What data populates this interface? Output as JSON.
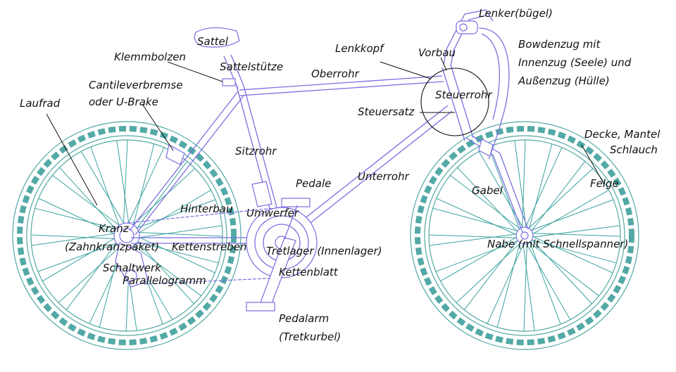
{
  "colors": {
    "wheel": "#52a9a5",
    "frame": "#7b6ee0",
    "label": "#111111"
  },
  "labels": {
    "lenker": "Lenker(bügel)",
    "bowdenzug_1": "Bowdenzug mit",
    "bowdenzug_2": "Innenzug (Seele) und",
    "bowdenzug_3": "Außenzug (Hülle)",
    "sattel": "Sattel",
    "klemmbolzen": "Klemmbolzen",
    "sattelstuetze": "Sattelstütze",
    "lenkkopf": "Lenkkopf",
    "vorbau": "Vorbau",
    "oberrohr": "Oberrohr",
    "steuerrohr": "Steuerrohr",
    "steuersatz": "Steuersatz",
    "cantilever_1": "Cantileverbremse",
    "cantilever_2": "oder U-Brake",
    "laufrad": "Laufrad",
    "decke_1": "Decke, Mantel",
    "decke_2": "Schlauch",
    "sitzrohr": "Sitzrohr",
    "unterrohr": "Unterrohr",
    "pedale": "Pedale",
    "gabel": "Gabel",
    "felge": "Felge",
    "hinterbau": "Hinterbau",
    "umwerfer": "Umwerfer",
    "kranz_1": "Kranz",
    "kranz_2": "(Zahnkranzpaket)",
    "kettenstreben": "Kettenstreben",
    "tretlager": "Tretlager (Innenlager)",
    "nabe": "Nabe (mit Schnellspanner)",
    "schaltwerk_1": "Schaltwerk",
    "schaltwerk_2": "Parallelogramm",
    "kettenblatt": "Kettenblatt",
    "pedalarm_1": "Pedalarm",
    "pedalarm_2": "(Tretkurbel)"
  }
}
